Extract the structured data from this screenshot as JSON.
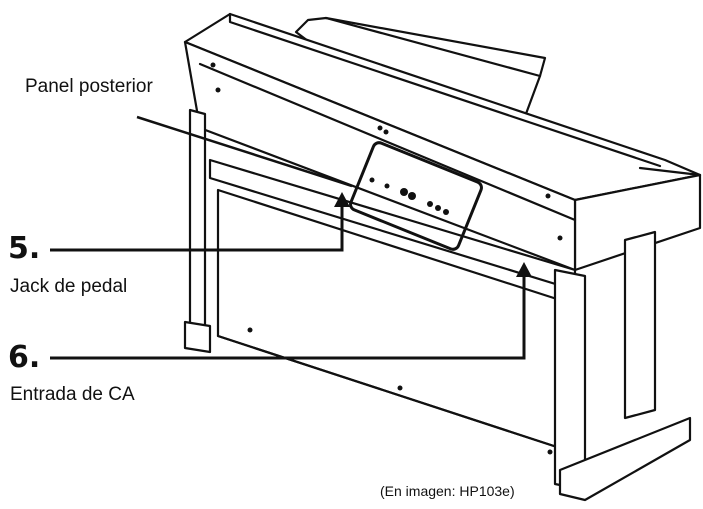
{
  "labels": {
    "rear_panel": "Panel posterior",
    "step5_number": "5.",
    "step5_label": "Jack de pedal",
    "step6_number": "6.",
    "step6_label": "Entrada de CA",
    "caption": "(En imagen: HP103e)"
  }
}
